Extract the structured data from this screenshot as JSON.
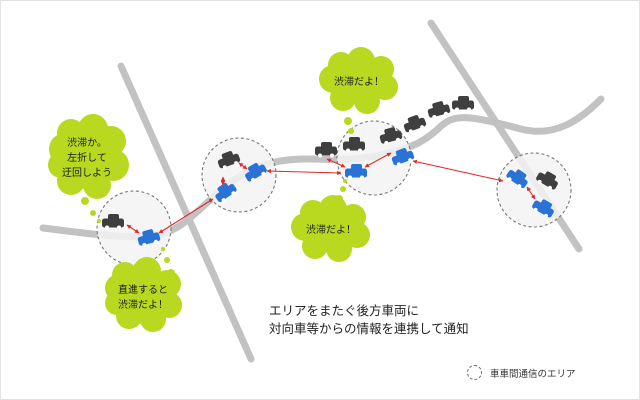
{
  "colors": {
    "road": "#c2c2c2",
    "own_car": "#2a72d6",
    "other_car": "#3f3f3f",
    "arrow": "#e12a2a",
    "bubble": "#b8d920",
    "zone_fill": "#f3f3f3",
    "zone_stroke": "#777777"
  },
  "bubbles": [
    {
      "id": "bubble-left-turn",
      "lines": [
        "渋滞か。",
        "左折して",
        "迂回しよう"
      ]
    },
    {
      "id": "bubble-straight",
      "lines": [
        "直進すると",
        "渋滞だよ！"
      ]
    },
    {
      "id": "bubble-top",
      "lines": [
        "渋滞だよ！"
      ]
    },
    {
      "id": "bubble-middle",
      "lines": [
        "渋滞だよ！"
      ]
    }
  ],
  "caption": {
    "line1": "エリアをまたぐ後方車両に",
    "line2": "対向車等からの情報を連携して通知"
  },
  "legend": {
    "label": "車車間通信のエリア",
    "icon": "dashed-circle-icon"
  },
  "icons": {
    "vehicle": "car-icon",
    "communication": "double-arrow-icon"
  }
}
